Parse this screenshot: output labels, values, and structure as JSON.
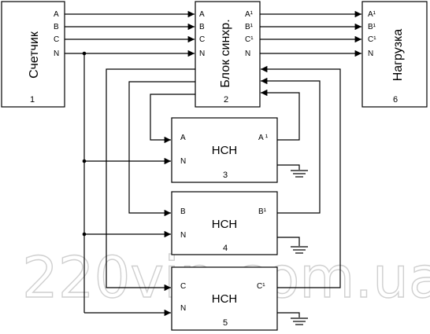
{
  "blocks": {
    "meter": {
      "name": "Счетчик",
      "number": "1",
      "pins": [
        "A",
        "B",
        "C",
        "N"
      ]
    },
    "sync": {
      "name": "Блок синхр.",
      "number": "2",
      "in_pins": [
        "A",
        "B",
        "C",
        "N"
      ],
      "out_pins": [
        "A¹",
        "B¹",
        "C¹",
        "N"
      ]
    },
    "load": {
      "name": "Нагрузка",
      "number": "6",
      "pins": [
        "A¹",
        "B¹",
        "C¹",
        "N"
      ]
    },
    "nsn1": {
      "name": "НСН",
      "number": "3",
      "in": "A",
      "n": "N",
      "out": "A ¹"
    },
    "nsn2": {
      "name": "НСН",
      "number": "4",
      "in": "B",
      "n": "N",
      "out": "B¹"
    },
    "nsn3": {
      "name": "НСН",
      "number": "5",
      "in": "C",
      "n": "N",
      "out": "C¹"
    }
  },
  "watermark": "220vip.com.ua"
}
